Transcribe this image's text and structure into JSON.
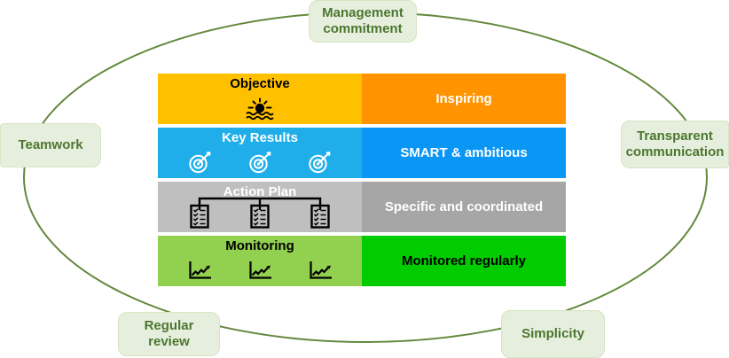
{
  "colors": {
    "background": "#FFFFFF",
    "ellipse_stroke": "#64883C",
    "bubble_bg": "#E6EFDD",
    "bubble_border": "#D5E5C2",
    "bubble_text": "#4C7630"
  },
  "bubbles": [
    {
      "id": "management-commitment",
      "label": "Management commitment"
    },
    {
      "id": "teamwork",
      "label": "Teamwork"
    },
    {
      "id": "transparent-communication",
      "label": "Transparent communication"
    },
    {
      "id": "regular-review",
      "label": "Regular review"
    },
    {
      "id": "simplicity",
      "label": "Simplicity"
    }
  ],
  "table": {
    "rows": [
      {
        "title": "Objective",
        "attribute": "Inspiring",
        "icon": "sunrise-icon",
        "icon_count": 1,
        "left_bg": "#FFC000",
        "right_bg": "#FF9300",
        "title_color": "#000000",
        "attribute_color": "#FFFFFF",
        "icon_color": "#000000"
      },
      {
        "title": "Key Results",
        "attribute": "SMART & ambitious",
        "icon": "target-icon",
        "icon_count": 3,
        "left_bg": "#1FAEE9",
        "right_bg": "#0A96F5",
        "title_color": "#FFFFFF",
        "attribute_color": "#FFFFFF",
        "icon_color": "#FFFFFF"
      },
      {
        "title": "Action Plan",
        "attribute": "Specific and coordinated",
        "icon": "checklist-icon",
        "icon_count": 3,
        "left_bg": "#BFBFBF",
        "right_bg": "#A6A6A6",
        "title_color": "#FFFFFF",
        "attribute_color": "#FFFFFF",
        "icon_color": "#000000"
      },
      {
        "title": "Monitoring",
        "attribute": "Monitored regularly",
        "icon": "line-chart-icon",
        "icon_count": 3,
        "left_bg": "#92D050",
        "right_bg": "#00CC00",
        "title_color": "#000000",
        "attribute_color": "#000000",
        "icon_color": "#000000"
      }
    ]
  }
}
